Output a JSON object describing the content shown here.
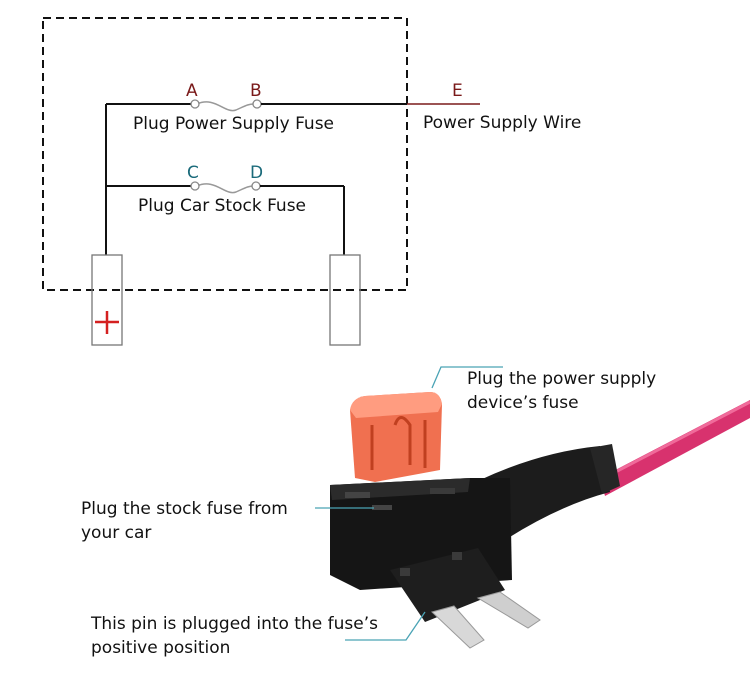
{
  "schematic": {
    "points": {
      "a": "A",
      "b": "B",
      "c": "C",
      "d": "D",
      "e": "E"
    },
    "labels": {
      "power_fuse": "Plug Power Supply Fuse",
      "stock_fuse": "Plug Car Stock Fuse",
      "supply_wire": "Power Supply Wire"
    },
    "positive_symbol": "+",
    "colors": {
      "point_ab": "#7a1a1a",
      "point_cd": "#1a6a7a",
      "positive": "#d42020",
      "callout_line": "#4aa3b5"
    }
  },
  "photo": {
    "callouts": {
      "top_line1": "Plug the power supply",
      "top_line2": "device’s fuse",
      "mid_line1": "Plug the stock fuse from",
      "mid_line2": "your car",
      "bottom_line1": "This pin is plugged into the fuse’s",
      "bottom_line2": "positive position"
    },
    "colors": {
      "fuse": "#f07050",
      "wire": "#d8326e",
      "holder": "#151515"
    }
  }
}
